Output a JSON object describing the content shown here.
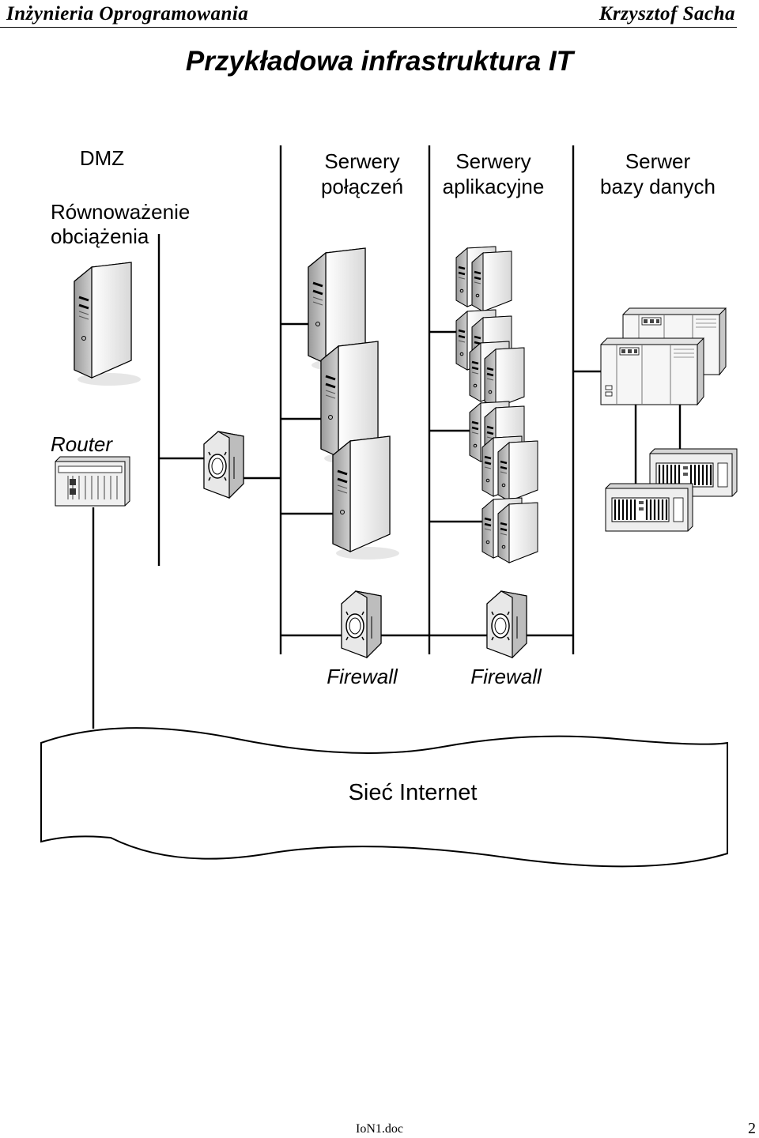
{
  "header": {
    "left": "Inżynieria Oprogramowania",
    "right": "Krzysztof Sacha"
  },
  "title": "Przykładowa infrastruktura IT",
  "labels": {
    "dmz": "DMZ",
    "balance_l1": "Równoważenie",
    "balance_l2": "obciążenia",
    "conn_l1": "Serwery",
    "conn_l2": "połączeń",
    "app_l1": "Serwery",
    "app_l2": "aplikacyjne",
    "db_l1": "Serwer",
    "db_l2": "bazy danych",
    "router": "Router",
    "firewall_1": "Firewall",
    "firewall_2": "Firewall",
    "internet": "Sieć Internet"
  },
  "footer": {
    "doc": "IoN1.doc",
    "page": "2"
  }
}
